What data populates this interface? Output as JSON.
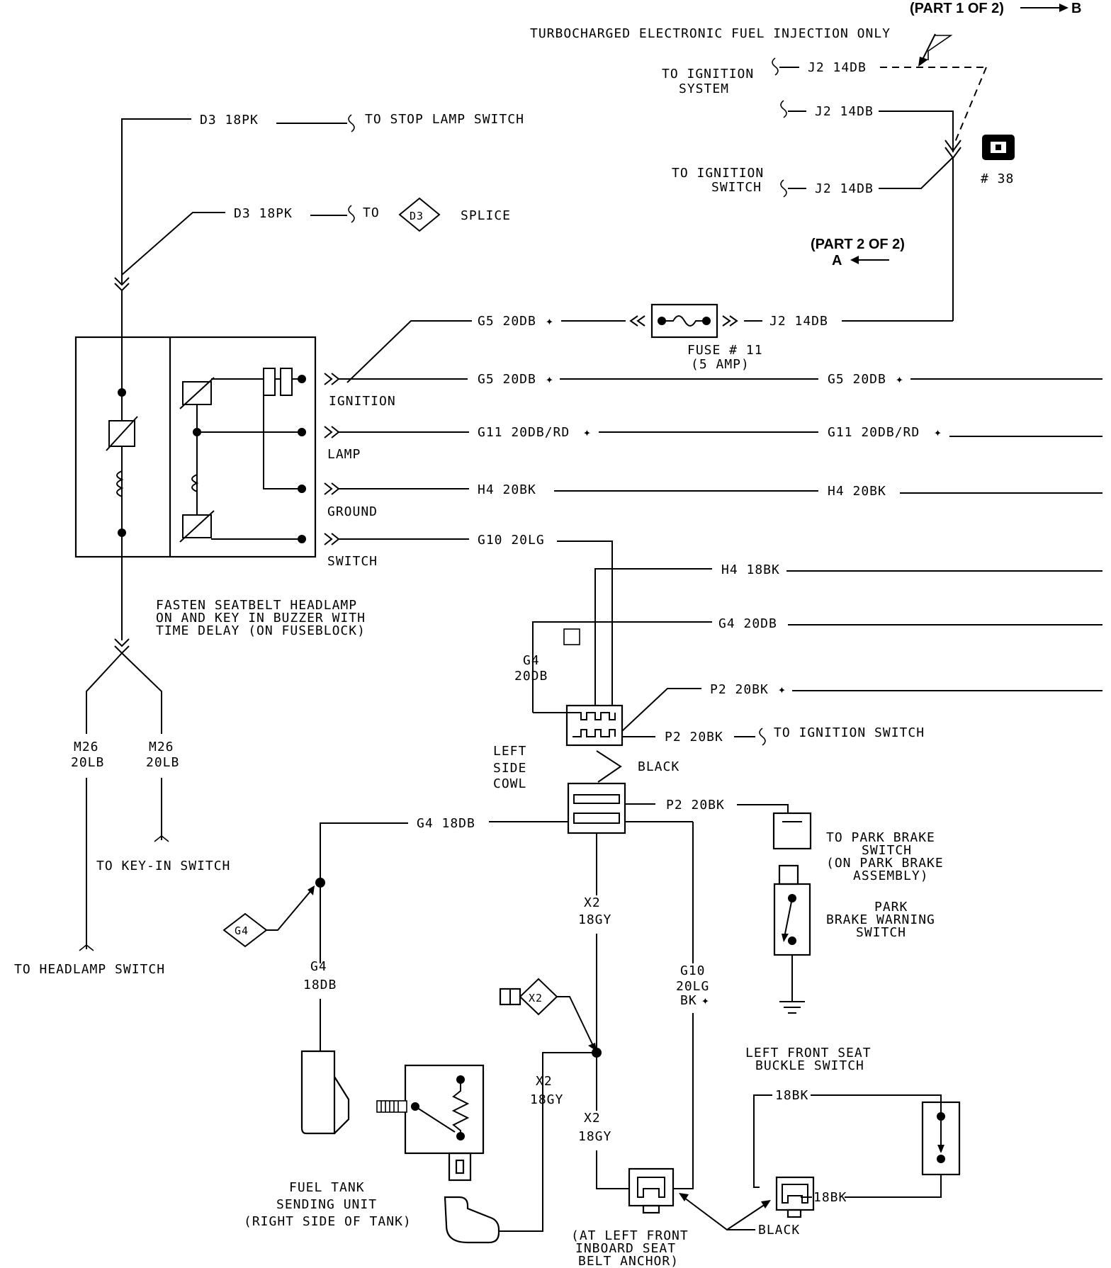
{
  "header": {
    "part1": "(PART 1 OF 2)",
    "part1_ref": "B",
    "part2": "(PART 2 OF 2)",
    "part2_ref": "A"
  },
  "notes": {
    "turbo": "TURBOCHARGED ELECTRONIC FUEL INJECTION ONLY",
    "to_ignition_system_1": "TO IGNITION",
    "to_ignition_system_2": "SYSTEM",
    "to_ignition_switch_1": "TO IGNITION",
    "to_ignition_switch_2": "SWITCH",
    "connector_38": "# 38"
  },
  "wires": {
    "j2_a": "J2 14DB",
    "j2_b": "J2 14DB",
    "j2_c": "J2 14DB",
    "j2_d": "J2 14DB",
    "d3_a": "D3 18PK",
    "d3_b": "D3 18PK",
    "g5_a": "G5 20DB",
    "g5_b": "G5 20DB",
    "g5_c": "G5 20DB",
    "g11_a": "G11 20DB/RD",
    "g11_b": "G11 20DB/RD",
    "h4_a": "H4 20BK",
    "h4_b": "H4 20BK",
    "h4_c": "H4 18BK",
    "g10_a": "G10 20LG",
    "g4_a": "G4 20DB",
    "g4_b1": "G4",
    "g4_b2": "20DB",
    "p2_a": "P2 20BK",
    "p2_b": "P2 20BK",
    "p2_c": "P2 20BK",
    "g4_c": "G4 18DB",
    "g4_d1": "G4",
    "g4_d2": "18DB",
    "m26_a1": "M26",
    "m26_a2": "20LB",
    "m26_b1": "M26",
    "m26_b2": "20LB",
    "x2_a1": "X2",
    "x2_a2": "18GY",
    "x2_b1": "X2",
    "x2_b2": "18GY",
    "x2_c1": "X2",
    "x2_c2": "18GY",
    "g10_b1": "G10",
    "g10_b2": "20LG",
    "g10_b3": "BK",
    "bk_a": "18BK",
    "bk_b": "18BK"
  },
  "labels": {
    "to_stop_lamp": "TO STOP LAMP SWITCH",
    "to": "TO",
    "d3": "D3",
    "splice": "SPLICE",
    "fuse_1": "FUSE # 11",
    "fuse_2": "(5 AMP)",
    "ignition": "IGNITION",
    "lamp": "LAMP",
    "ground": "GROUND",
    "switch": "SWITCH",
    "module_1": "FASTEN SEATBELT HEADLAMP",
    "module_2": "ON AND KEY IN BUZZER WITH",
    "module_3": "TIME DELAY (ON FUSEBLOCK)",
    "to_key_in": "TO KEY-IN SWITCH",
    "to_headlamp": "TO HEADLAMP SWITCH",
    "to_ignition_switch": "TO IGNITION SWITCH",
    "left_1": "LEFT",
    "left_2": "SIDE",
    "left_3": "COWL",
    "black_a": "BLACK",
    "black_b": "BLACK",
    "park_1": "TO PARK BRAKE",
    "park_2": "SWITCH",
    "park_3": "(ON PARK BRAKE",
    "park_4": "ASSEMBLY)",
    "pbw_1": "PARK",
    "pbw_2": "BRAKE WARNING",
    "pbw_3": "SWITCH",
    "g4_splice": "G4",
    "x2_splice": "X2",
    "buckle_1": "LEFT FRONT SEAT",
    "buckle_2": "BUCKLE SWITCH",
    "fuel_1": "FUEL TANK",
    "fuel_2": "SENDING UNIT",
    "fuel_3": "(RIGHT SIDE OF TANK)",
    "anchor_1": "(AT LEFT FRONT",
    "anchor_2": "INBOARD SEAT",
    "anchor_3": "BELT ANCHOR)"
  }
}
